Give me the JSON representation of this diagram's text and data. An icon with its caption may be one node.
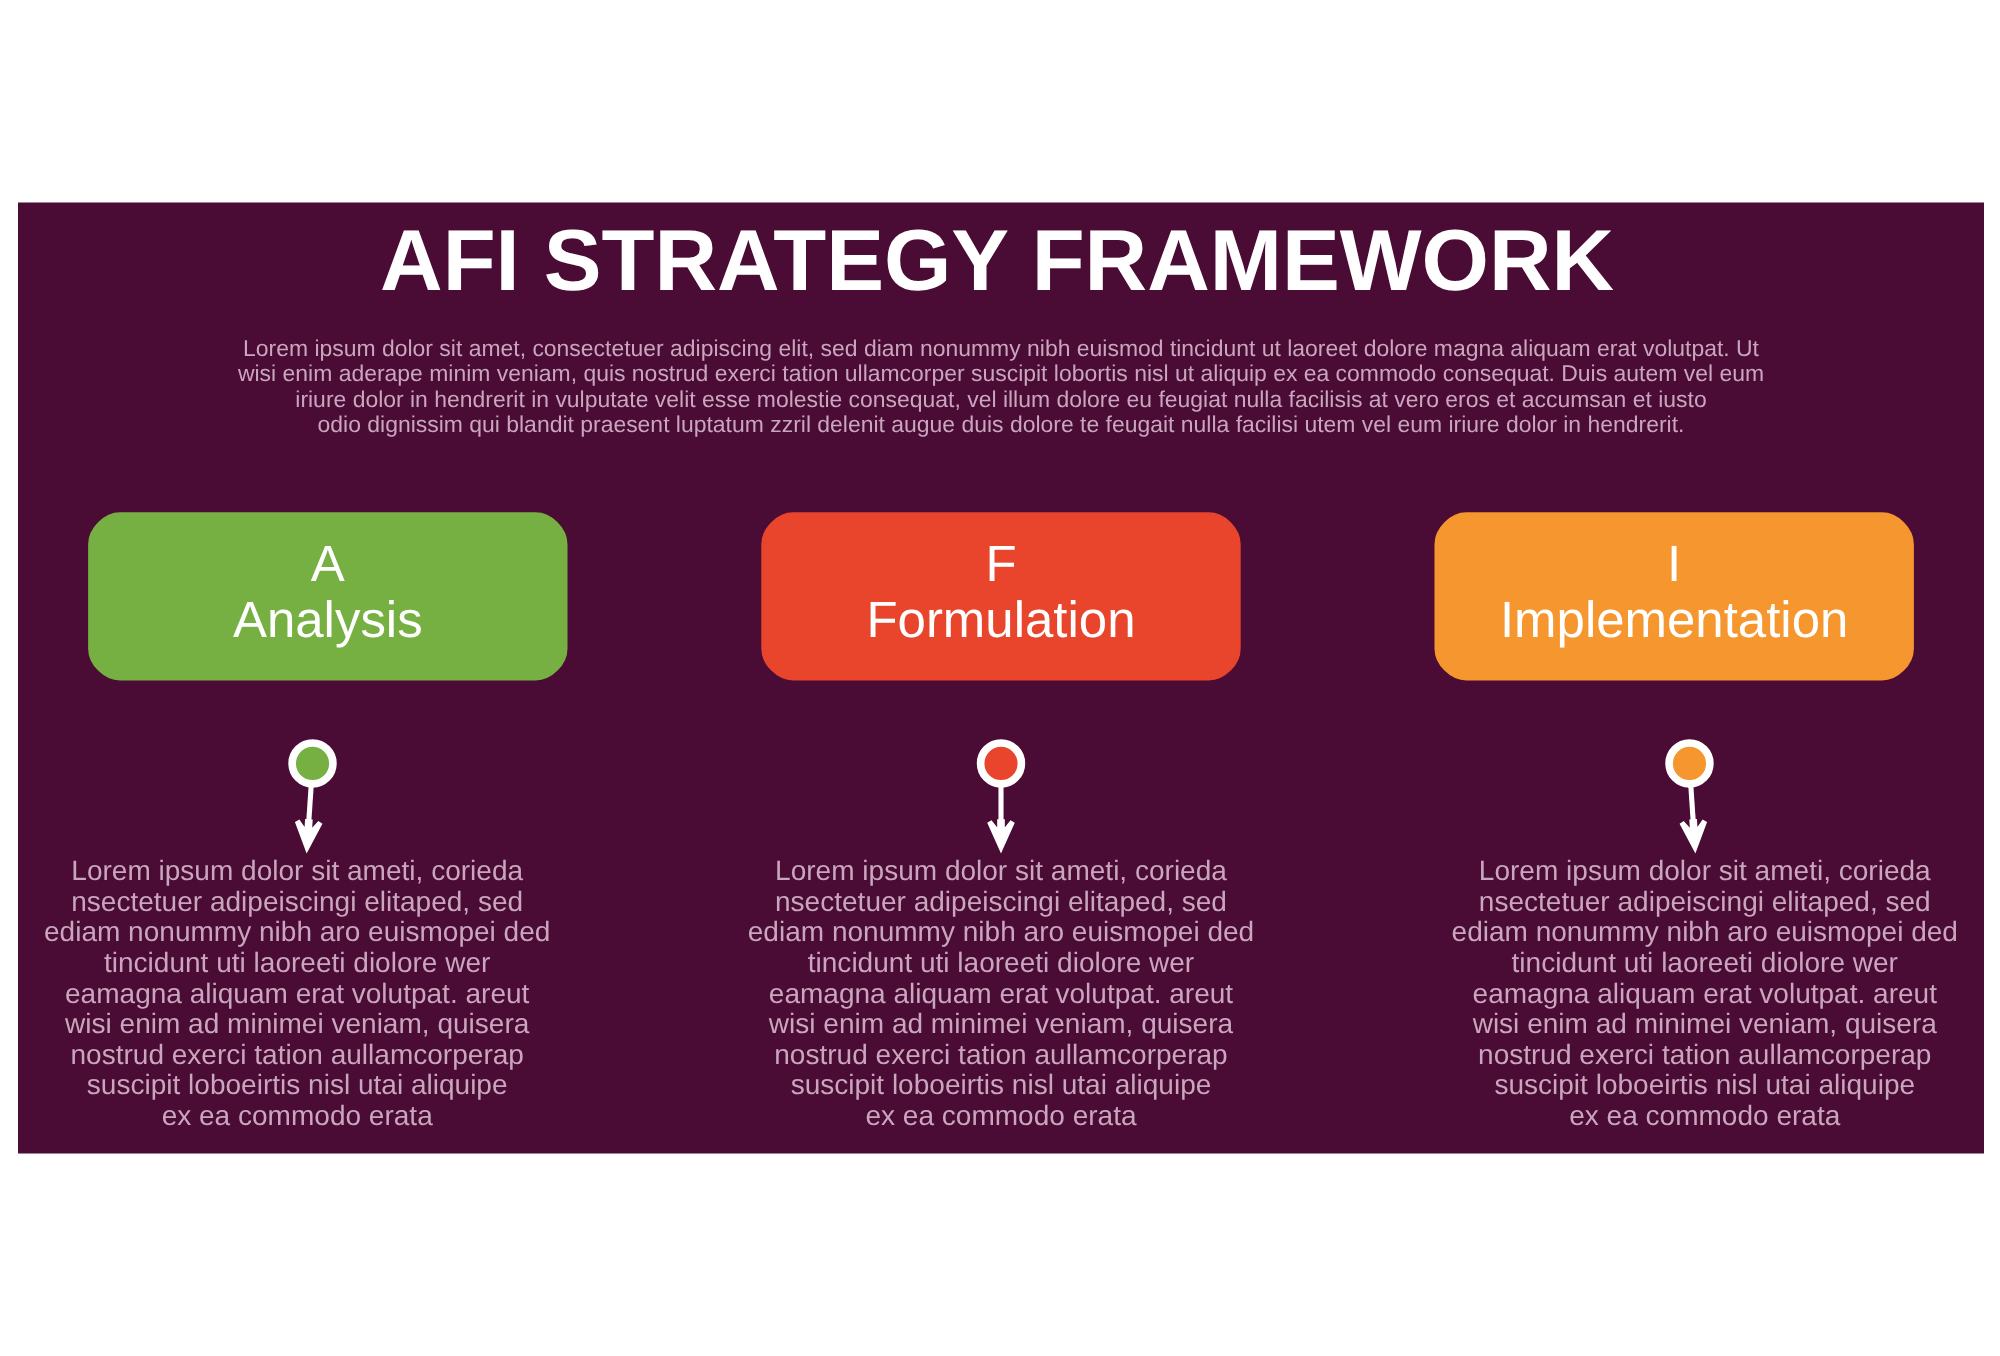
{
  "diagram": {
    "title": "AFI STRATEGY FRAMEWORK",
    "nodes": [
      {
        "text": [
          "A",
          "Analysis"
        ]
      },
      {
        "text": [],
        "shape": "circle"
      },
      {
        "text": [
          "Lorem ipsum dolor sit ameti, corieda nsectetuer adipeiscingi elitaped, sed ediam nonummy nibh aro euismopei ded tincidunt uti laoreeti diolore wer eamagna aliquam erat volutpat. areut wisi enim ad minimei veniam, quisera nostrud exerci tation aullamcorperap suscipit loboeirtis nisl utai aliquipe ex ea commodo erata"
        ]
      },
      {
        "text": [
          "F",
          "Formulation"
        ]
      },
      {
        "text": [],
        "shape": "circle"
      },
      {
        "text": [
          "Lorem ipsum dolor sit ameti, corieda nsectetuer adipeiscingi elitaped, sed ediam nonummy nibh aro euismopei ded tincidunt uti laoreeti diolore wer eamagna aliquam erat volutpat. areut wisi enim ad minimei veniam, quisera nostrud exerci tation aullamcorperap suscipit loboeirtis nisl utai aliquipe ex ea commodo erata"
        ]
      },
      {
        "text": [
          "I",
          "Implementation"
        ]
      },
      {
        "text": [],
        "shape": "circle"
      },
      {
        "text": [
          "Lorem ipsum dolor sit ameti, corieda nsectetuer adipeiscingi elitaped, sed ediam nonummy nibh aro euismopei ded tincidunt uti laoreeti diolore wer eamagna aliquam erat volutpat. areut wisi enim ad minimei veniam, quisera nostrud exerci tation aullamcorperap suscipit loboeirtis nisl utai aliquipe ex ea commodo erata"
        ]
      }
    ],
    "edges": [
      {
        "from": 1,
        "to": 2,
        "arrow": "to"
      },
      {
        "from": 4,
        "to": 5,
        "arrow": "to"
      },
      {
        "from": 7,
        "to": 8,
        "arrow": "to"
      }
    ],
    "labels": [
      "Lorem ipsum dolor sit amet, consectetuer adipiscing elit, sed diam nonummy nibh euismod tincidunt ut laoreet dolore magna aliquam erat volutpat. Ut wisi enim aderape minim veniam, quis nostrud exerci tation ullamcorper suscipit lobortis nisl ut aliquip ex ea commodo consequat. Duis autem vel eum iriure dolor in hendrerit in vulputate velit esse molestie consequat, vel illum dolore eu feugiat nulla facilisis at vero eros et accumsan et iusto odio dignissim qui blandit praesent luptatum zzril delenit augue duis dolore te feugait nulla facilisi utem vel eum iriure dolor in hendrerit."
    ]
  }
}
